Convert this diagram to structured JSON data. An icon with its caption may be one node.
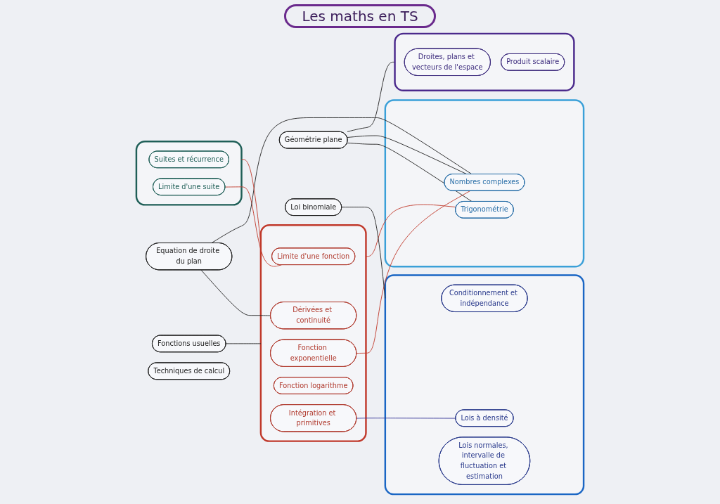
{
  "diagram": {
    "title": "Les maths en TS",
    "nodes": [
      {
        "text": [],
        "shape": "box"
      },
      {
        "text": [
          "Suites et récurrence"
        ],
        "in": 0
      },
      {
        "text": [
          "Limite d'une suite"
        ],
        "in": 0
      },
      {
        "text": [
          "Equation de droite du plan"
        ]
      },
      {
        "text": [],
        "shape": "box"
      },
      {
        "text": [
          "Trigonométrie"
        ],
        "in": 4
      },
      {
        "text": [
          "Nombres complexes"
        ],
        "in": 4
      },
      {
        "text": [
          "Géométrie plane"
        ]
      },
      {
        "text": [
          "Loi binomiale"
        ]
      },
      {
        "text": [],
        "shape": "box"
      },
      {
        "text": [
          "Limite d'une fonction"
        ],
        "in": 9
      },
      {
        "text": [
          "Dérivées et continuité"
        ],
        "in": 9
      },
      {
        "text": [
          "Fonction exponentielle"
        ],
        "in": 9
      },
      {
        "text": [
          "Fonction logarithme"
        ],
        "in": 9
      },
      {
        "text": [
          "Intégration et primitives"
        ],
        "in": 9
      },
      {
        "text": [],
        "shape": "box"
      },
      {
        "text": [
          "Droites, plans et vecteurs de l'espace"
        ],
        "in": 15
      },
      {
        "text": [
          "Produit scalaire"
        ],
        "in": 15
      },
      {
        "text": [],
        "shape": "box"
      },
      {
        "text": [
          "Conditionnement et indépendance"
        ],
        "in": 18
      },
      {
        "text": [
          "Lois à densité"
        ],
        "in": 18
      },
      {
        "text": [
          "Lois normales, intervalle de fluctuation et estimation"
        ],
        "in": 18
      },
      {
        "text": [
          "Fonctions usuelles"
        ]
      },
      {
        "text": [
          "Techniques de calcul"
        ]
      }
    ],
    "edges": [
      {
        "from": 0,
        "to": 9,
        "arrow": "none",
        "color": "#c0392b"
      },
      {
        "from": 2,
        "to": 10,
        "arrow": "none",
        "color": "#c0392b"
      },
      {
        "from": 3,
        "to": 11,
        "arrow": "none"
      },
      {
        "from": 3,
        "to": 6,
        "arrow": "none"
      },
      {
        "from": 9,
        "to": 5,
        "arrow": "none",
        "color": "#c0392b"
      },
      {
        "from": 12,
        "to": 6,
        "arrow": "none",
        "color": "#c0392b"
      },
      {
        "from": 7,
        "to": 5,
        "arrow": "none"
      },
      {
        "from": 7,
        "to": 6,
        "arrow": "none"
      },
      {
        "from": 7,
        "to": 15,
        "arrow": "none"
      },
      {
        "from": 8,
        "to": 18,
        "arrow": "none"
      },
      {
        "from": 14,
        "to": 20,
        "arrow": "none",
        "color": "#3b3b9a"
      },
      {
        "from": 22,
        "to": 9,
        "arrow": "none"
      }
    ]
  }
}
